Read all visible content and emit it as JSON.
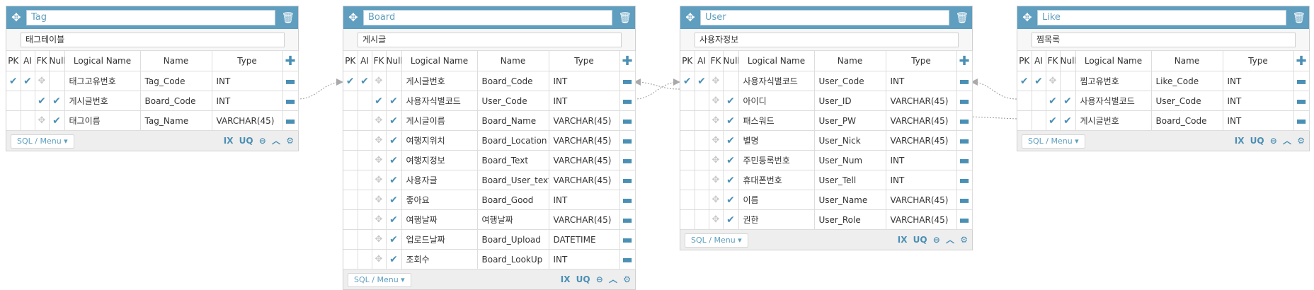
{
  "columns_header": {
    "pk": "PK",
    "ai": "AI",
    "fk": "FK",
    "null": "Null",
    "logical": "Logical Name",
    "name": "Name",
    "type": "Type"
  },
  "footer": {
    "sql_menu": "SQL / Menu ▾",
    "ix": "IX",
    "uq": "UQ"
  },
  "tables": [
    {
      "title": "Tag",
      "comment": "태그테이블",
      "rows": [
        {
          "pk": true,
          "ai": true,
          "fk": false,
          "nn": false,
          "logical": "태그고유번호",
          "name": "Tag_Code",
          "type": "INT"
        },
        {
          "pk": false,
          "ai": false,
          "fk": true,
          "nn": true,
          "logical": "게시글번호",
          "name": "Board_Code",
          "type": "INT"
        },
        {
          "pk": false,
          "ai": false,
          "fk": false,
          "nn": true,
          "logical": "태그이름",
          "name": "Tag_Name",
          "type": "VARCHAR(45)"
        }
      ]
    },
    {
      "title": "Board",
      "comment": "게시글",
      "rows": [
        {
          "pk": true,
          "ai": true,
          "fk": false,
          "nn": false,
          "logical": "게시글번호",
          "name": "Board_Code",
          "type": "INT"
        },
        {
          "pk": false,
          "ai": false,
          "fk": true,
          "nn": true,
          "logical": "사용자식별코드",
          "name": "User_Code",
          "type": "INT"
        },
        {
          "pk": false,
          "ai": false,
          "fk": false,
          "nn": true,
          "logical": "게시글이름",
          "name": "Board_Name",
          "type": "VARCHAR(45)"
        },
        {
          "pk": false,
          "ai": false,
          "fk": false,
          "nn": true,
          "logical": "여행지위치",
          "name": "Board_Location",
          "type": "VARCHAR(45)"
        },
        {
          "pk": false,
          "ai": false,
          "fk": false,
          "nn": true,
          "logical": "여행지정보",
          "name": "Board_Text",
          "type": "VARCHAR(45)"
        },
        {
          "pk": false,
          "ai": false,
          "fk": false,
          "nn": true,
          "logical": "사용자글",
          "name": "Board_User_text",
          "type": "VARCHAR(45)"
        },
        {
          "pk": false,
          "ai": false,
          "fk": false,
          "nn": true,
          "logical": "좋아요",
          "name": "Board_Good",
          "type": "INT"
        },
        {
          "pk": false,
          "ai": false,
          "fk": false,
          "nn": true,
          "logical": "여행날짜",
          "name": "여행날짜",
          "type": "VARCHAR(45)"
        },
        {
          "pk": false,
          "ai": false,
          "fk": false,
          "nn": true,
          "logical": "업로드날짜",
          "name": "Board_Upload",
          "type": "DATETIME"
        },
        {
          "pk": false,
          "ai": false,
          "fk": false,
          "nn": true,
          "logical": "조회수",
          "name": "Board_LookUp",
          "type": "INT"
        }
      ]
    },
    {
      "title": "User",
      "comment": "사용자정보",
      "rows": [
        {
          "pk": true,
          "ai": true,
          "fk": false,
          "nn": false,
          "logical": "사용자식별코드",
          "name": "User_Code",
          "type": "INT"
        },
        {
          "pk": false,
          "ai": false,
          "fk": false,
          "nn": true,
          "logical": "아이디",
          "name": "User_ID",
          "type": "VARCHAR(45)"
        },
        {
          "pk": false,
          "ai": false,
          "fk": false,
          "nn": true,
          "logical": "패스워드",
          "name": "User_PW",
          "type": "VARCHAR(45)"
        },
        {
          "pk": false,
          "ai": false,
          "fk": false,
          "nn": true,
          "logical": "별명",
          "name": "User_Nick",
          "type": "VARCHAR(45)"
        },
        {
          "pk": false,
          "ai": false,
          "fk": false,
          "nn": true,
          "logical": "주민등록번호",
          "name": "User_Num",
          "type": "INT"
        },
        {
          "pk": false,
          "ai": false,
          "fk": false,
          "nn": true,
          "logical": "휴대폰번호",
          "name": "User_Tell",
          "type": "INT"
        },
        {
          "pk": false,
          "ai": false,
          "fk": false,
          "nn": true,
          "logical": "이름",
          "name": "User_Name",
          "type": "VARCHAR(45)"
        },
        {
          "pk": false,
          "ai": false,
          "fk": false,
          "nn": true,
          "logical": "권한",
          "name": "User_Role",
          "type": "VARCHAR(45)"
        }
      ]
    },
    {
      "title": "Like",
      "comment": "찜목록",
      "rows": [
        {
          "pk": true,
          "ai": true,
          "fk": false,
          "nn": false,
          "logical": "찜고유번호",
          "name": "Like_Code",
          "type": "INT"
        },
        {
          "pk": false,
          "ai": false,
          "fk": true,
          "nn": true,
          "logical": "사용자식별코드",
          "name": "User_Code",
          "type": "INT"
        },
        {
          "pk": false,
          "ai": false,
          "fk": true,
          "nn": true,
          "logical": "게시글번호",
          "name": "Board_Code",
          "type": "INT"
        }
      ]
    }
  ]
}
